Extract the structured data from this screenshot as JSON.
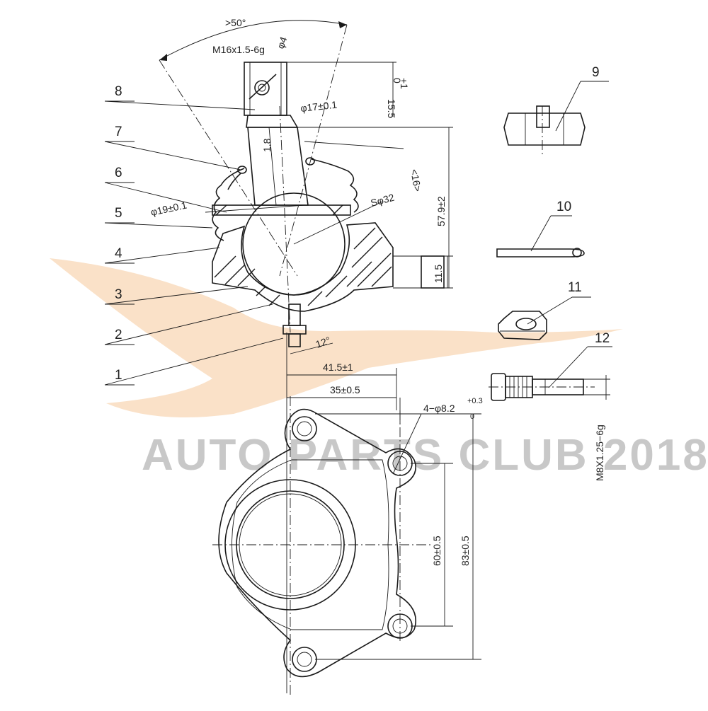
{
  "watermark": {
    "text": "AUTO PARTS CLUB 2018",
    "swoosh_color": "#f6c89a",
    "text_color": "#c8c8c8"
  },
  "part_labels": [
    "1",
    "2",
    "3",
    "4",
    "5",
    "6",
    "7",
    "8",
    "9",
    "10",
    "11",
    "12"
  ],
  "dimensions": {
    "angle_top": ">50°",
    "thread_stud": "M16x1.5-6g",
    "hole_phi": "φ4",
    "stud_dia": "φ17±0.1",
    "top_len": "15.5",
    "top_tol_upper": "+1",
    "top_tol_lower": "0",
    "small_18": "1.8",
    "angle16": "<16>",
    "dia19": "φ19±0.1",
    "sphere": "Sφ32",
    "height": "57.9±2",
    "h115": "11.5",
    "angle12": "12°",
    "w415": "41.5±1",
    "w35": "35±0.5",
    "holes": "4−φ8.2",
    "holes_tol_upper": "+0.3",
    "holes_tol_lower": "0",
    "thread_bolt": "M8X1.25−6g",
    "h60": "60±0.5",
    "h83": "83±0.5"
  }
}
